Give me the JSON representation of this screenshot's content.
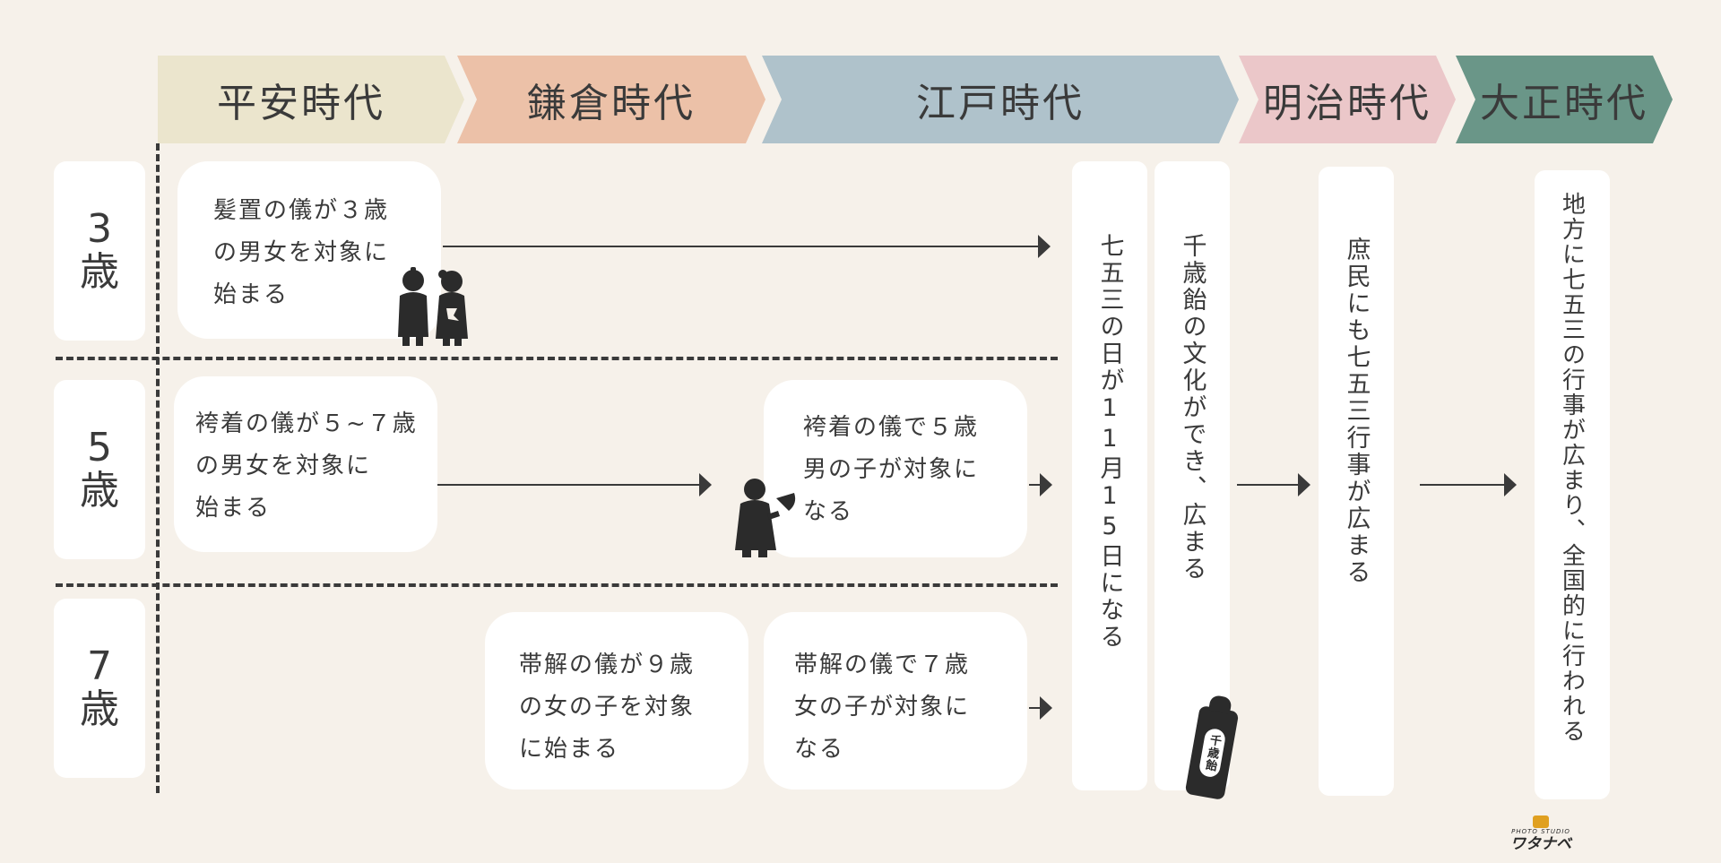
{
  "eras": [
    {
      "label": "平安時代",
      "color": "#ebe5cd"
    },
    {
      "label": "鎌倉時代",
      "color": "#ecc1a8"
    },
    {
      "label": "江戸時代",
      "color": "#afc2cb"
    },
    {
      "label": "明治時代",
      "color": "#ebc7c9"
    },
    {
      "label": "大正時代",
      "color": "#6a9688"
    }
  ],
  "ages": [
    {
      "num": "3",
      "unit": "歳"
    },
    {
      "num": "5",
      "unit": "歳"
    },
    {
      "num": "7",
      "unit": "歳"
    }
  ],
  "cards": {
    "heian_3": [
      "髪置の儀が３歳",
      "の男女を対象に",
      "始まる"
    ],
    "heian_5": [
      "袴着の儀が５~７歳",
      "の男女を対象に",
      "始まる"
    ],
    "kamakura_7": [
      "帯解の儀が９歳",
      "の女の子を対象",
      "に始まる"
    ],
    "edo_5": [
      "袴着の儀で５歳",
      "男の子が対象に",
      "なる"
    ],
    "edo_7": [
      "帯解の儀で７歳",
      "女の子が対象に",
      "なる"
    ]
  },
  "columns": {
    "edo_date": "七五三の日が11月15日になる",
    "edo_chitose": "千歳飴の文化ができ、広まる",
    "meiji": "庶民にも七五三行事が広まる",
    "taisho": "地方に七五三の行事が広まり、全国的に行われる"
  },
  "chitose_label": "千歳飴",
  "logo": {
    "line1": "PHOTO STUDIO",
    "line2": "ワタナベ"
  }
}
